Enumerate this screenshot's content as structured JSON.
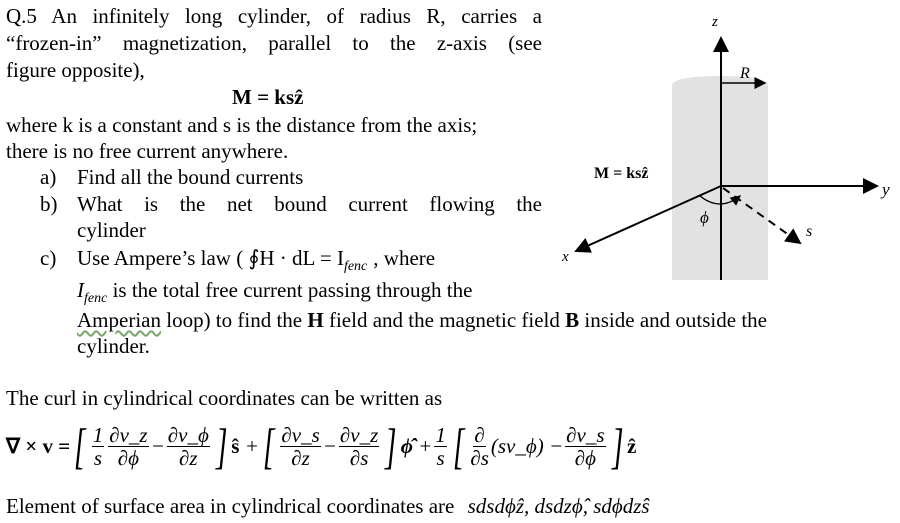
{
  "problem": {
    "l1": "Q.5 An infinitely long cylinder, of radius R, carries a",
    "l2": "“frozen-in” magnetization, parallel to the z-axis (see",
    "l3": "figure opposite),",
    "eq_m": "M = ksẑ",
    "l5": "where k is a constant and s is the distance from the axis;",
    "l6": "there is no free current anywhere.",
    "a_label": "a)",
    "a_text": "Find all the bound currents",
    "b_label": "b)",
    "b_text1": "What is the net bound current flowing the",
    "b_text2": "cylinder",
    "c_label": "c)",
    "c_text1": "Use Ampere’s law ( ∮H · dL = I",
    "c_sub": "fenc",
    "c_text1b": ", where",
    "c_text2a": "I",
    "c_text2sub": "fenc",
    "c_text2b": " is the total free current passing through the",
    "c_text3a": "Amperian",
    "c_text3b": " loop) to find the ",
    "c_h": "H",
    "c_text3c": " field and the magnetic field ",
    "c_b": "B",
    "c_text3d": " inside and outside the",
    "c_text4": "cylinder."
  },
  "curl": {
    "intro": "The curl in cylindrical coordinates can be written as",
    "lhs": "∇ × v =",
    "t1_num": "1",
    "t1_den": "s",
    "t1b_num": "∂v_z",
    "t1b_den": "∂ϕ",
    "t1c_num": "∂v_ϕ",
    "t1c_den": "∂z",
    "s_hat": "ŝ",
    "t2a_num": "∂v_s",
    "t2a_den": "∂z",
    "t2b_num": "∂v_z",
    "t2b_den": "∂s",
    "phi_hat": "ϕ̂",
    "t3_num": "1",
    "t3_den": "s",
    "t3a_num": "∂",
    "t3a_den": "∂s",
    "t3a_tail": "(sv_ϕ)",
    "t3b_num": "∂v_s",
    "t3b_den": "∂ϕ",
    "z_hat": "ẑ"
  },
  "surface": {
    "text": "Element of surface area in cylindrical coordinates are ",
    "math": "sdsdϕẑ, dsdzϕ̂, sdϕdzŝ"
  },
  "figure": {
    "z": "z",
    "R": "R",
    "y": "y",
    "x": "x",
    "s": "s",
    "phi": "ϕ",
    "m_label": "M = ksẑ"
  }
}
